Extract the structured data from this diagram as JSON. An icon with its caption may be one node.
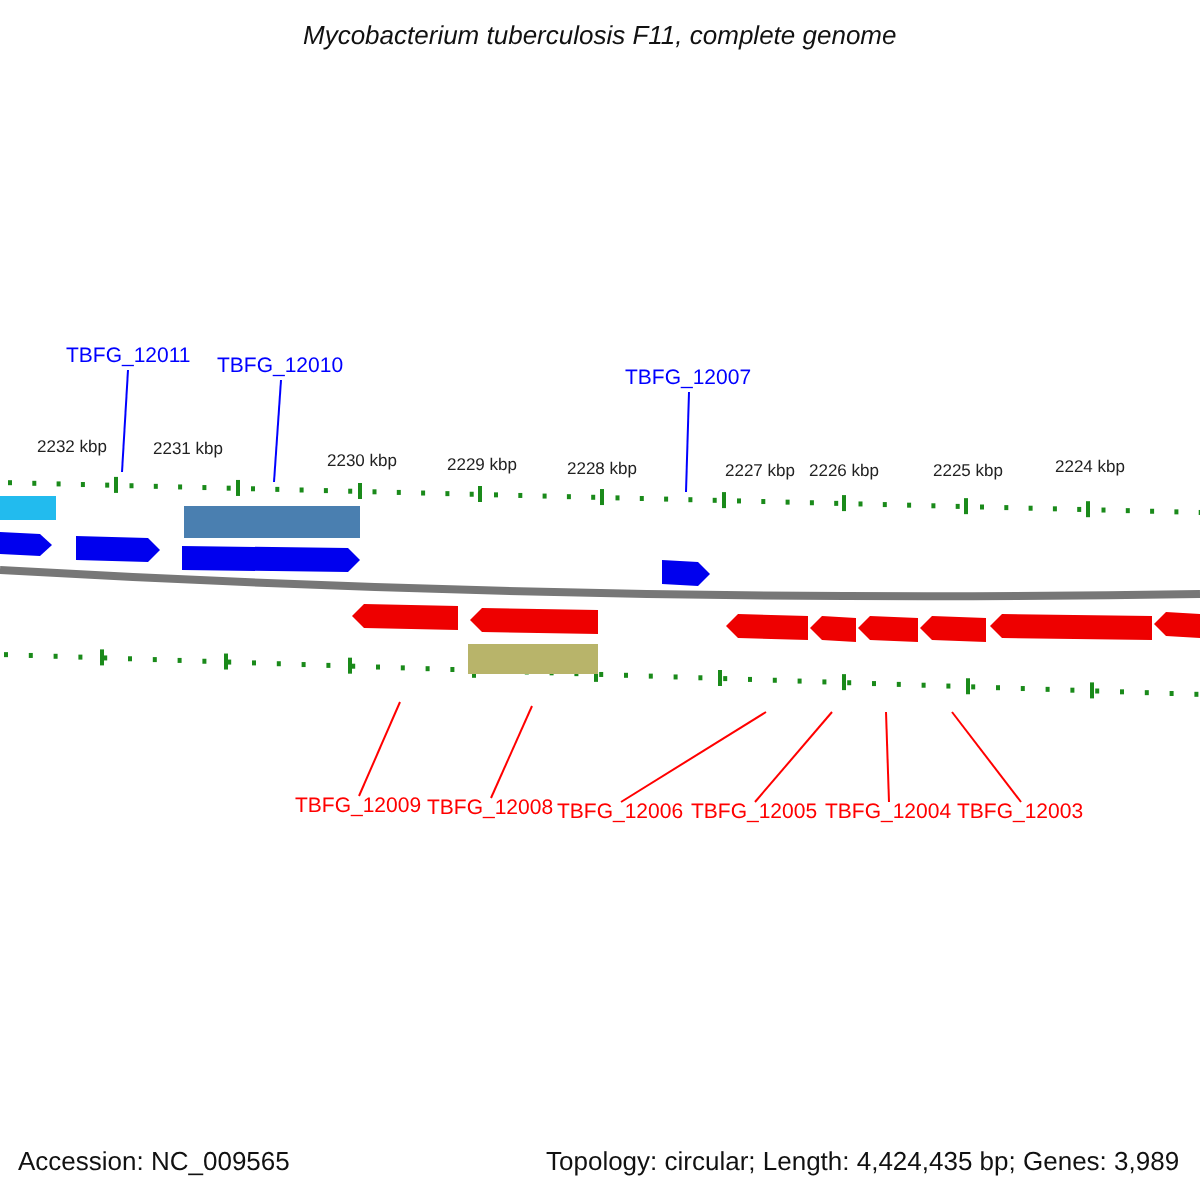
{
  "diagram": {
    "title": "Mycobacterium tuberculosis F11, complete genome",
    "nodes": [
      {
        "text": [
          "TBFG_12011"
        ]
      },
      {
        "text": [
          "TBFG_12010"
        ]
      },
      {
        "text": [
          "TBFG_12007"
        ]
      },
      {
        "text": [
          "TBFG_12009"
        ]
      },
      {
        "text": [
          "TBFG_12008"
        ]
      },
      {
        "text": [
          "TBFG_12006"
        ]
      },
      {
        "text": [
          "TBFG_12005"
        ]
      },
      {
        "text": [
          "TBFG_12004"
        ]
      },
      {
        "text": [
          "TBFG_12003"
        ]
      }
    ],
    "edges": [
      {
        "from": 0,
        "to": null,
        "arrow": "none",
        "color": "#0000ff"
      },
      {
        "from": 1,
        "to": null,
        "arrow": "none",
        "color": "#0000ff"
      },
      {
        "from": 2,
        "to": null,
        "arrow": "none",
        "color": "#0000ff"
      },
      {
        "from": 3,
        "to": null,
        "arrow": "none"
      },
      {
        "from": 4,
        "to": null,
        "arrow": "none"
      },
      {
        "from": 5,
        "to": null,
        "arrow": "none"
      },
      {
        "from": 6,
        "to": null,
        "arrow": "none"
      },
      {
        "from": 7,
        "to": null,
        "arrow": "none"
      },
      {
        "from": 8,
        "to": null,
        "arrow": "none"
      }
    ],
    "labels": [
      "2232 kbp",
      "2231 kbp",
      "2230 kbp",
      "2229 kbp",
      "2228 kbp",
      "2227 kbp",
      "2226 kbp",
      "2225 kbp",
      "2224 kbp",
      "Accession: NC_009565",
      "Topology: circular; Length: 4,424,435 bp; Genes: 3,989"
    ]
  }
}
